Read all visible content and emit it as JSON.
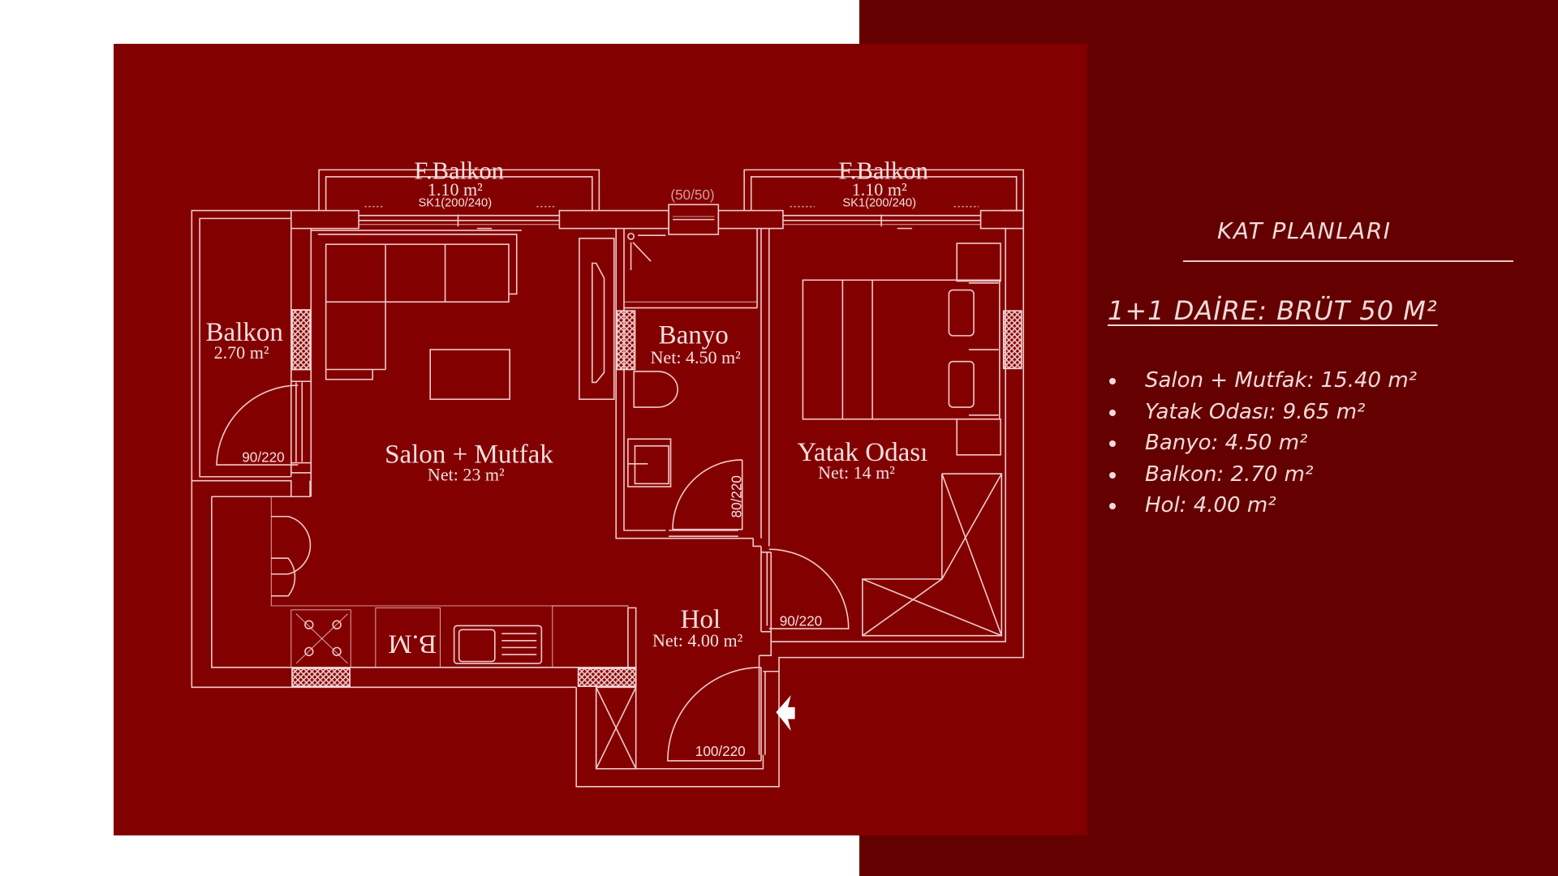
{
  "plan": {
    "rooms": {
      "balkon": {
        "name": "Balkon",
        "area": "2.70 m²"
      },
      "salon": {
        "name": "Salon + Mutfak",
        "area": "Net: 23 m²"
      },
      "banyo": {
        "name": "Banyo",
        "area": "Net: 4.50 m²"
      },
      "yatak": {
        "name": "Yatak Odası",
        "area": "Net: 14 m²"
      },
      "hol": {
        "name": "Hol",
        "area": "Net: 4.00 m²"
      },
      "fbalkon_left": {
        "name": "F.Balkon",
        "area": "1.10 m²",
        "window": "SK1(200/240)"
      },
      "fbalkon_right": {
        "name": "F.Balkon",
        "area": "1.10 m²",
        "window": "SK1(200/240)"
      }
    },
    "doors": {
      "balkon": "90/220",
      "banyo": "80/220",
      "yatak": "90/220",
      "entrance": "100/220"
    },
    "window_banyo": "(50/50)",
    "appliance_label": "B.M",
    "entrance_arrow_icon": "entrance-arrow"
  },
  "side_panel": {
    "section_title": "KAT PLANLARI",
    "unit_title": "1+1 DAİRE: BRÜT 50 M²",
    "areas": [
      {
        "label": "Salon + Mutfak: 15.40 m²"
      },
      {
        "label": "Yatak Odası: 9.65 m²"
      },
      {
        "label": "Banyo: 4.50 m²"
      },
      {
        "label": "Balkon: 2.70 m²"
      },
      {
        "label": "Hol: 4.00 m²"
      }
    ]
  },
  "colors": {
    "white_bg": "#ffffff",
    "dark_panel": "#640000",
    "plan_panel": "#820000",
    "line": "#f3c9c9"
  }
}
